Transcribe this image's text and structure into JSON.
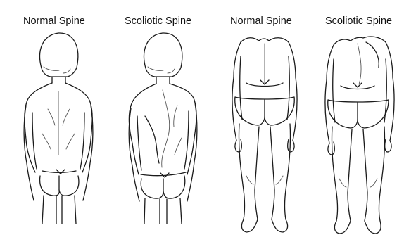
{
  "labels": {
    "figure_1": "Normal Spine",
    "figure_2": "Scoliotic Spine",
    "figure_3": "Normal Spine",
    "figure_4": "Scoliotic Spine"
  },
  "colors": {
    "background": "#ffffff",
    "line": "#1a1a1a",
    "frame": "#9a9a9a"
  }
}
